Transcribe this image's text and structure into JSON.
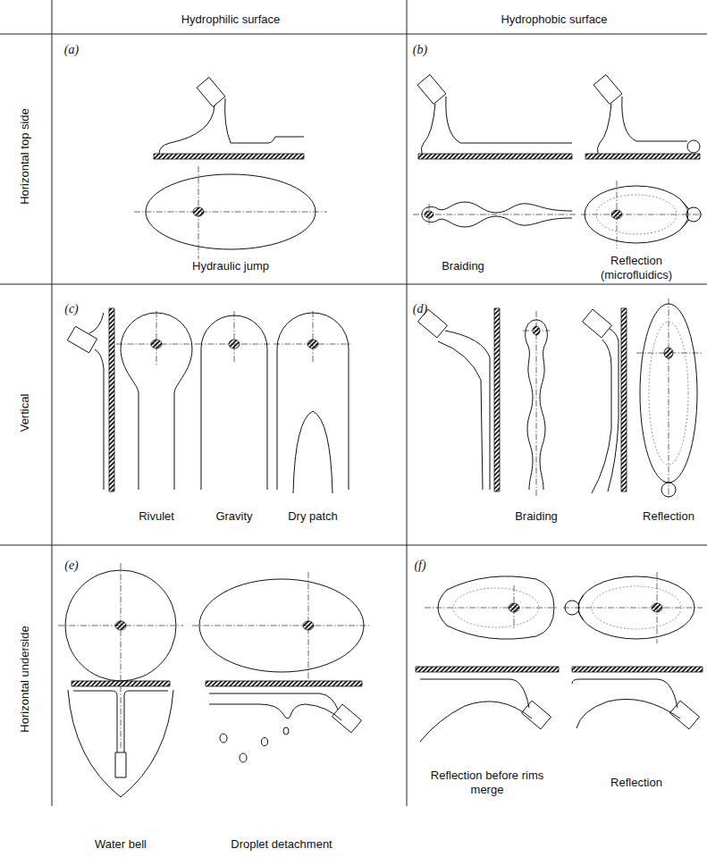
{
  "diagram": {
    "labels": [
      "Hydrophilic surface",
      "Hydrophobic surface",
      "Horizontal top side",
      "(a)",
      "(b)",
      "Hydraulic jump",
      "Braiding",
      "Reflection (microfluidics)",
      "Vertical",
      "(c)",
      "(d)",
      "Rivulet",
      "Gravity",
      "Dry patch",
      "Braiding",
      "Reflection",
      "Horizontal underside",
      "(e)",
      "(f)",
      "Reflection before rims merge",
      "Reflection",
      "Water bell",
      "Droplet detachment"
    ]
  }
}
